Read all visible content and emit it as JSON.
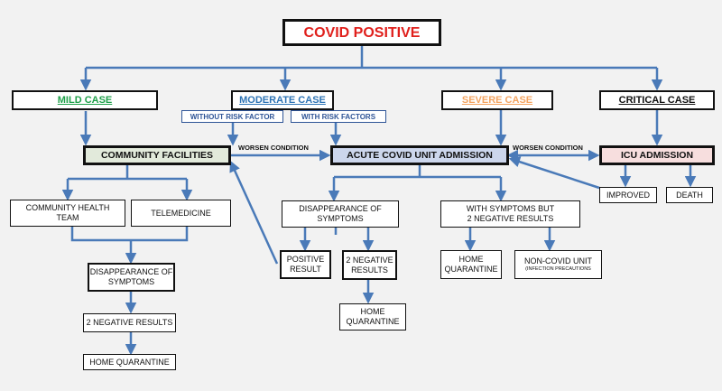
{
  "colors": {
    "arrow": "#4a7ab8",
    "title": "#e0201c",
    "mild": "#1fa04a",
    "moderate": "#2e74b5",
    "severe": "#f4a460",
    "community_fill": "#e2eadb",
    "acute_fill": "#ccd6ec",
    "icu_fill": "#f7dede"
  },
  "title": "COVID POSITIVE",
  "cases": {
    "mild": "MILD CASE",
    "moderate": "MODERATE CASE",
    "severe": "SEVERE CASE",
    "critical": "CRITICAL CASE"
  },
  "moderate_split": {
    "without_risk": "WITHOUT RISK FACTOR",
    "with_risk": "WITH RISK FACTORS"
  },
  "facilities": {
    "community": "COMMUNITY FACILITIES",
    "acute": "ACUTE COVID UNIT ADMISSION",
    "icu": "ICU ADMISSION"
  },
  "edge_labels": {
    "worsen_1": "WORSEN CONDITION",
    "worsen_2": "WORSEN CONDITION"
  },
  "community_branch": {
    "health_team": "COMMUNITY HEALTH\nTEAM",
    "telemedicine": "TELEMEDICINE",
    "disappearance": "DISAPPEARANCE OF\nSYMPTOMS",
    "negative": "2 NEGATIVE RESULTS",
    "home": "HOME QUARANTINE"
  },
  "acute_branch": {
    "disappearance": "DISAPPEARANCE OF\nSYMPTOMS",
    "symptoms_neg": "WITH SYMPTOMS BUT\n2 NEGATIVE RESULTS",
    "positive": "POSITIVE\nRESULT",
    "negative": "2 NEGATIVE\nRESULTS",
    "home_a": "HOME\nQUARANTINE",
    "home_b": "HOME\nQUARANTINE",
    "non_covid": "NON-COVID UNIT",
    "non_covid_sub": "(INFECTION PRECAUTIONS"
  },
  "icu_branch": {
    "improved": "IMPROVED",
    "death": "DEATH"
  }
}
